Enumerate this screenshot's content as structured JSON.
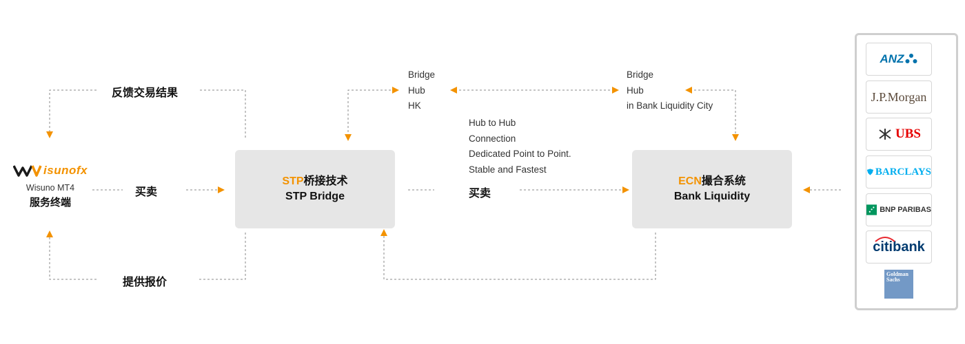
{
  "client": {
    "logo_text": "isunofx",
    "mt4": "Wisuno MT4",
    "title": "服务终端"
  },
  "labels": {
    "feedback": "反馈交易结果",
    "buy_sell_left": "买卖",
    "quote": "提供报价",
    "buy_sell_mid": "买卖"
  },
  "stp": {
    "prefix": "STP",
    "title": "桥接技术",
    "subtitle": "STP Bridge"
  },
  "ecn": {
    "prefix": "ECN",
    "title": "撮合系统",
    "subtitle": "Bank Liquidity"
  },
  "bridge_hk": {
    "line1": "Bridge",
    "line2": "Hub",
    "line3": "HK"
  },
  "bridge_city": {
    "line1": "Bridge",
    "line2": "Hub",
    "line3": "in Bank Liquidity City"
  },
  "hub_connection": {
    "line1": "Hub to Hub",
    "line2": "Connection",
    "line3": "Dedicated Point to Point.",
    "line4": "Stable and Fastest"
  },
  "banks": [
    {
      "name": "ANZ",
      "color": "#0072ac"
    },
    {
      "name": "J.P.Morgan",
      "color": "#5b4a3b"
    },
    {
      "name": "UBS",
      "color": "#e60000"
    },
    {
      "name": "BARCLAYS",
      "color": "#00aeef"
    },
    {
      "name": "BNP PARIBAS",
      "color": "#333333",
      "accent": "#00965e"
    },
    {
      "name": "citibank",
      "color": "#003b70",
      "accent": "#e8262d"
    },
    {
      "name": "Goldman Sachs",
      "color": "#ffffff",
      "accent": "#7399c6"
    }
  ],
  "colors": {
    "accent": "#f39200",
    "box_bg": "#e6e6e6",
    "line": "#888888"
  }
}
